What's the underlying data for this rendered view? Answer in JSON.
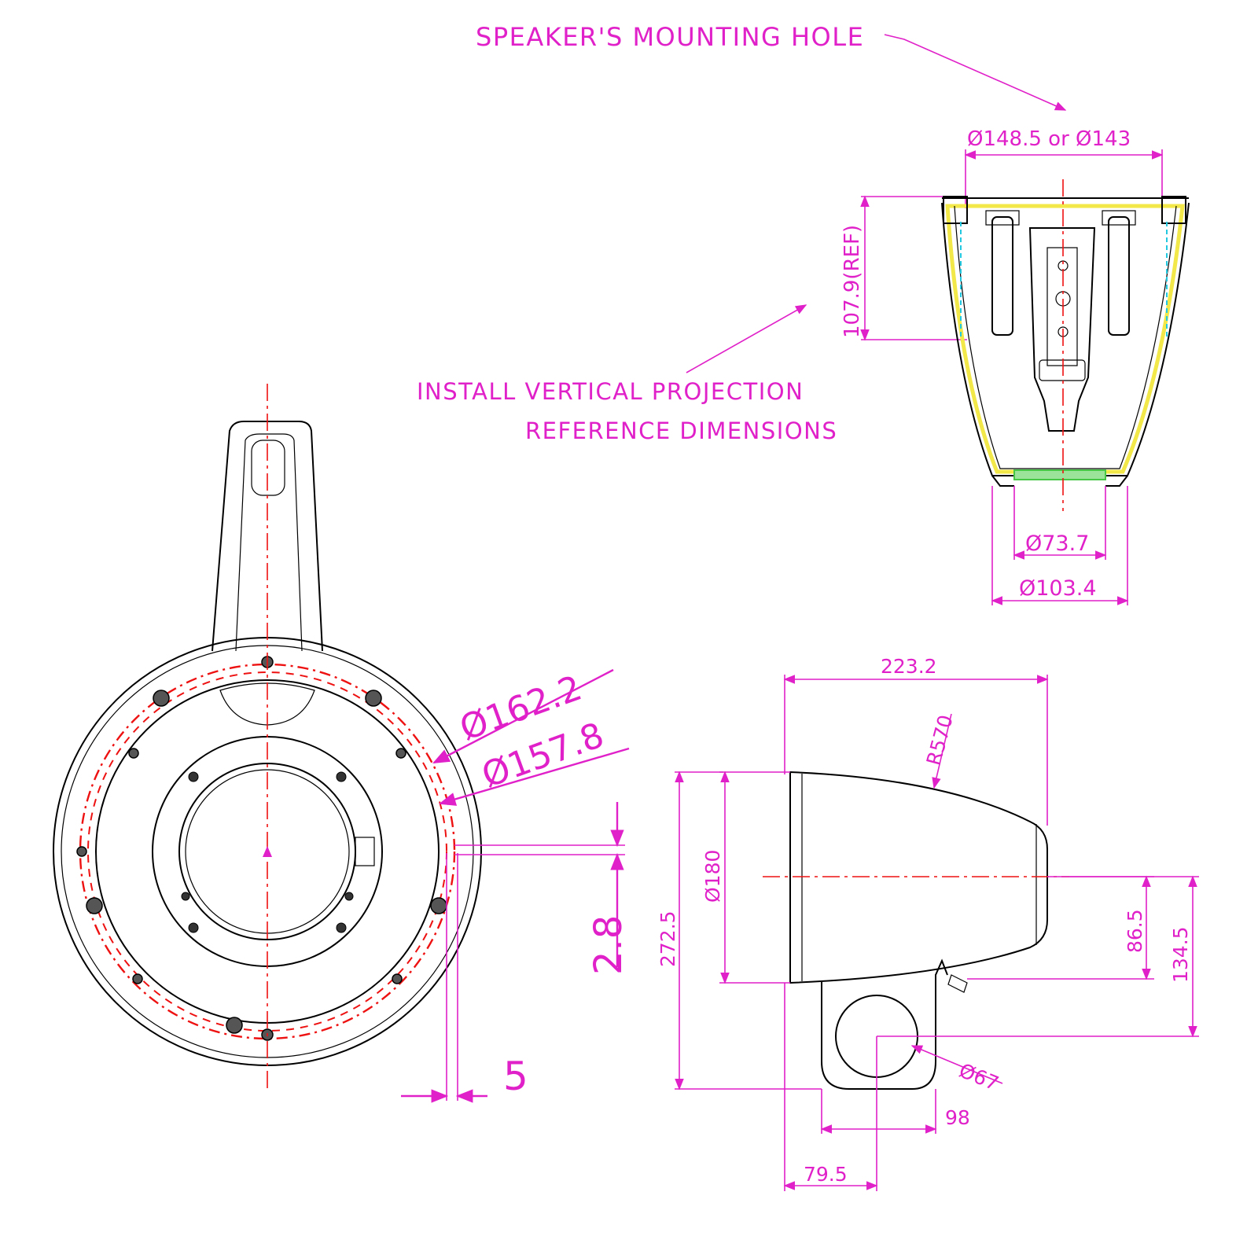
{
  "labels": {
    "mounting_hole": "SPEAKER'S MOUNTING HOLE",
    "projection_line1": "INSTALL VERTICAL PROJECTION",
    "projection_line2": "REFERENCE DIMENSIONS"
  },
  "dimensions": {
    "mount_hole_diameter": "Ø148.5 or Ø143",
    "top_height_ref": "107.9(REF)",
    "base_inner_diameter": "Ø73.7",
    "base_outer_diameter": "Ø103.4",
    "ring_outer_diameter": "Ø162.2",
    "ring_inner_diameter": "Ø157.8",
    "ring_offset": "2.8",
    "ring_width": "5",
    "overall_length": "223.2",
    "profile_radius": "R570",
    "body_diameter": "Ø180",
    "overall_height": "272.5",
    "axis_to_clamp": "86.5",
    "axis_to_bottom": "134.5",
    "tube_diameter": "Ø67",
    "clamp_width": "98",
    "front_to_clamp": "79.5"
  },
  "colors": {
    "dimension": "#e020c8",
    "centerline": "#ee1111",
    "geometry": "#000000",
    "accent_yellow": "#f2e84a",
    "accent_cyan": "#22c8e0",
    "accent_green": "#46c846"
  }
}
